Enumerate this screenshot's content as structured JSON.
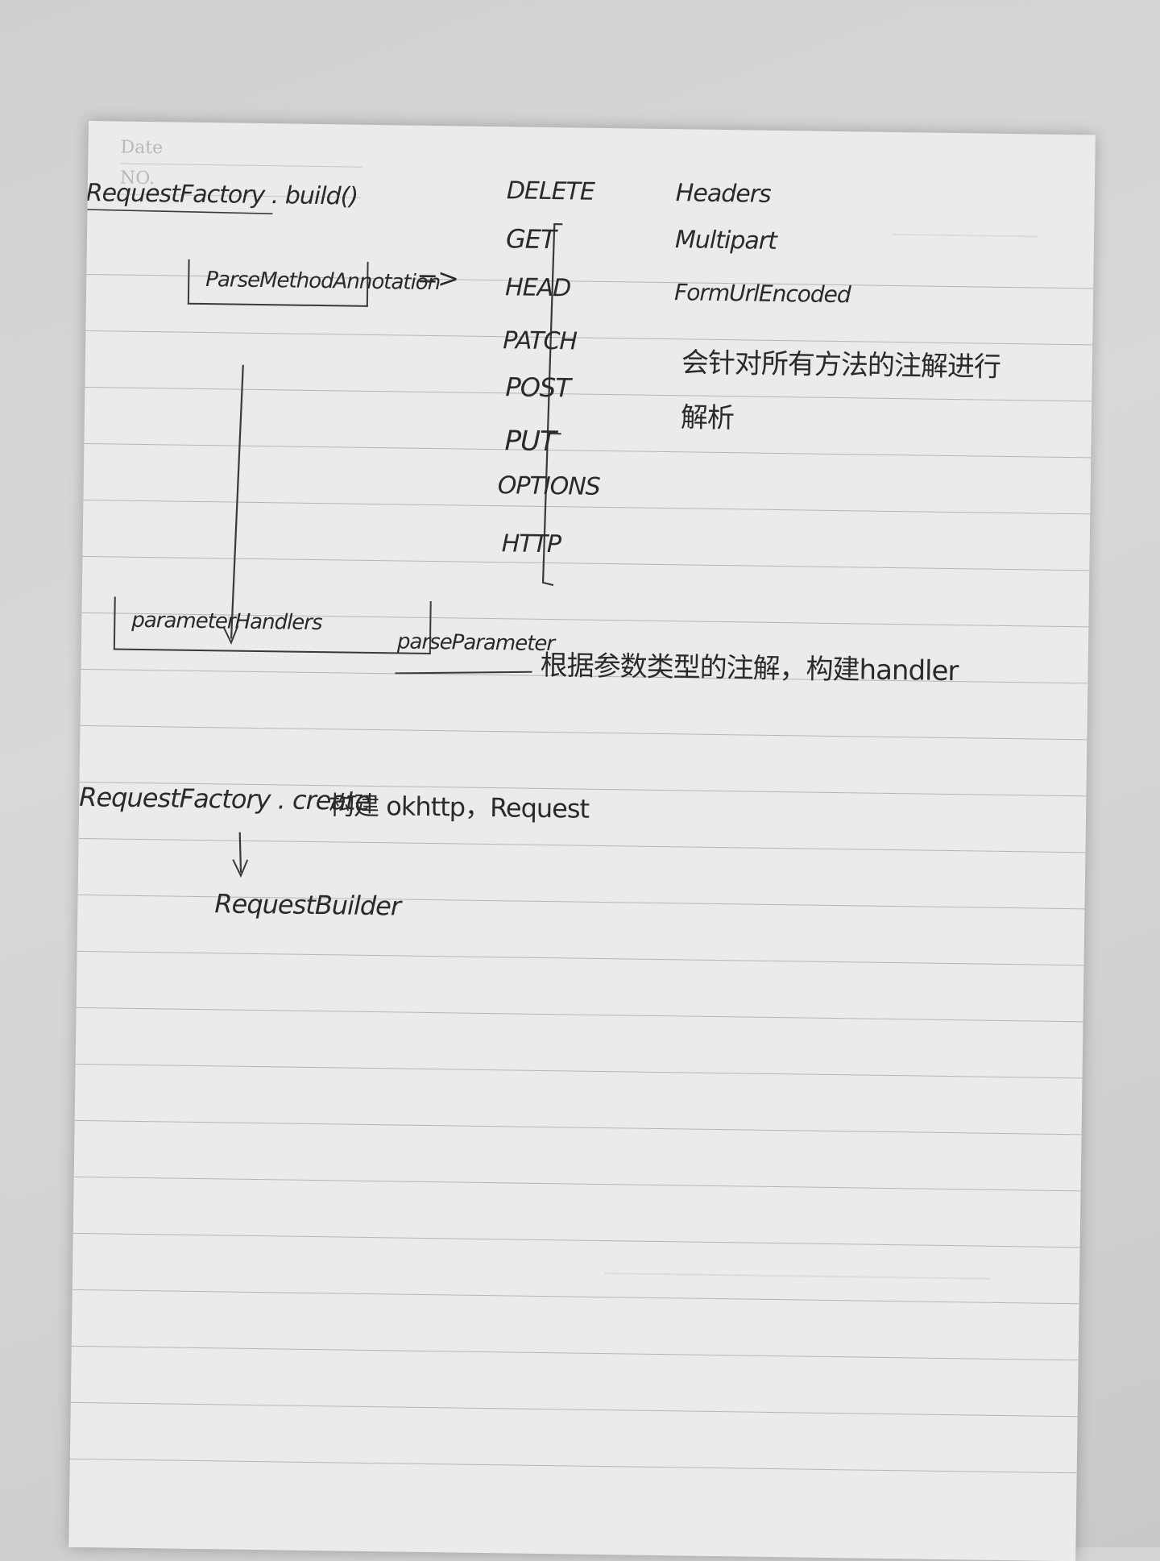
{
  "header": {
    "date_label": "Date",
    "no_label": "NO."
  },
  "nodes": {
    "builder": "RequestFactory . build()",
    "parse_method": "ParseMethodAnnotation",
    "arrow_symbol": "=>",
    "parameter_handlers": "parameterHandlers",
    "parse_parameter": "parseParameter",
    "parse_parameter_note": "根据参数类型的注解，构建handler",
    "create_line": "RequestFactory . create",
    "create_note": "构建 okhttp，Request",
    "request_builder": "RequestBuilder"
  },
  "methods": [
    "DELETE",
    "GET",
    "HEAD",
    "PATCH",
    "POST",
    "PUT",
    "OPTIONS",
    "HTTP"
  ],
  "annotations": [
    "Headers",
    "Multipart",
    "FormUrlEncoded",
    "会针对所有方法的注解进行",
    "解析"
  ],
  "colors": {
    "ink": "#2a2a2a",
    "paper": "#ecebea",
    "rule": "#b7b7b7"
  }
}
